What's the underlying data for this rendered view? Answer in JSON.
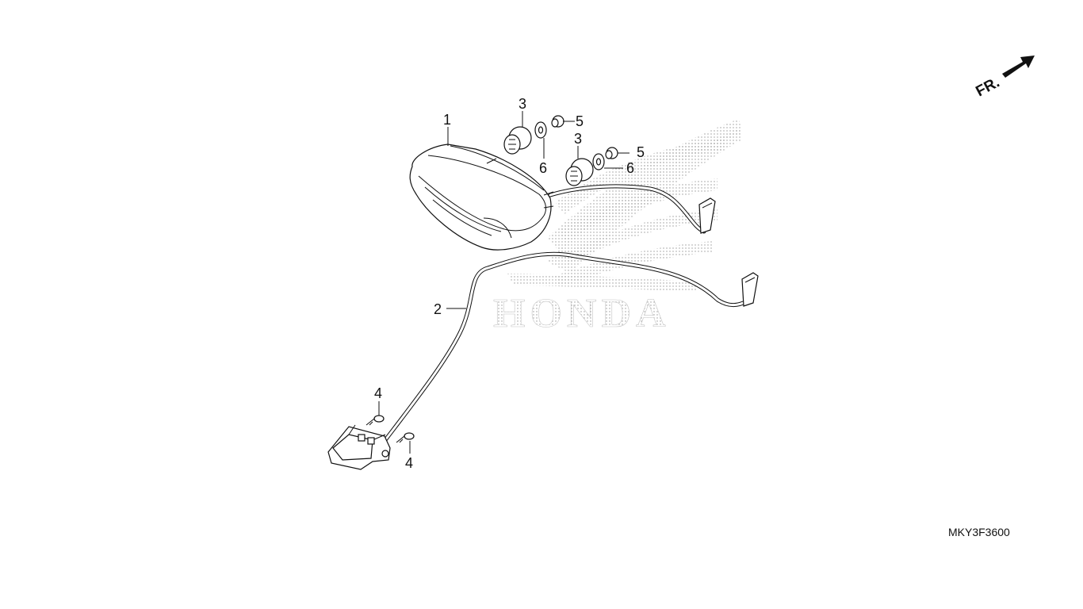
{
  "callouts": {
    "c1": "1",
    "c2": "2",
    "c3a": "3",
    "c3b": "3",
    "c4a": "4",
    "c4b": "4",
    "c5a": "5",
    "c5b": "5",
    "c6a": "6",
    "c6b": "6"
  },
  "direction_label": "FR.",
  "watermark": "HONDA",
  "diagram_code": "MKY3F3600"
}
